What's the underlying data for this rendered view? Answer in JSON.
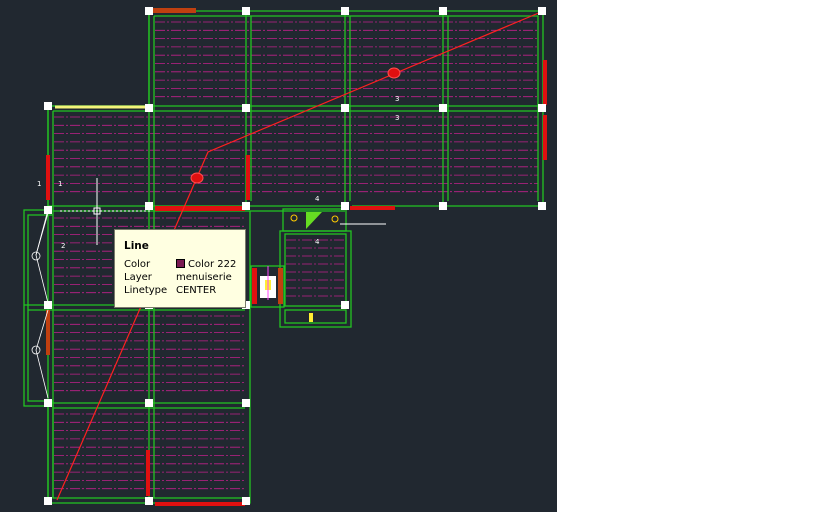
{
  "drawing": {
    "background": "#212830",
    "wall_color": "#22c422",
    "joist_color": "#c0208a",
    "beam_color": "#ff1a1a",
    "node_color": "#ffffff",
    "labels": {
      "a": "3",
      "b": "3",
      "c": "1",
      "d": "1",
      "e": "2",
      "f": "4",
      "g": "4"
    }
  },
  "tooltip": {
    "title": "Line",
    "rows": [
      {
        "key": "Color",
        "value": "Color 222",
        "swatch": "#7a1a52"
      },
      {
        "key": "Layer",
        "value": "menuiserie"
      },
      {
        "key": "Linetype",
        "value": "CENTER"
      }
    ]
  }
}
